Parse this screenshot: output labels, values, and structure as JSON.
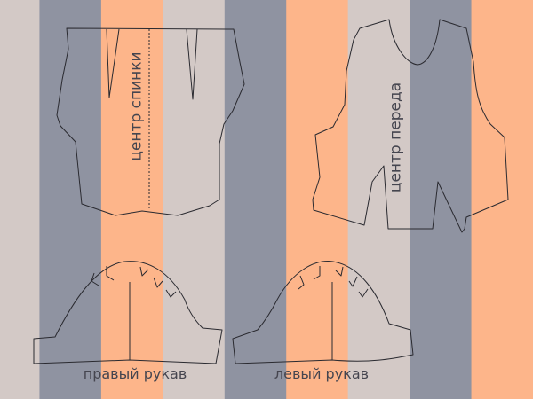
{
  "labels": {
    "back_center": "центр спинки",
    "front_center": "центр переда",
    "right_sleeve": "правый рукав",
    "left_sleeve": "левый рукав"
  },
  "colors": {
    "stripe_beige": "#d3c9c6",
    "stripe_slate": "#8f93a1",
    "stripe_peach": "#fdb58a",
    "outline": "#2a2a30",
    "text": "#45454f"
  },
  "stripe_pattern": [
    "stripe_beige",
    "stripe_slate",
    "stripe_peach",
    "stripe_beige",
    "stripe_slate",
    "stripe_peach",
    "stripe_beige",
    "stripe_slate",
    "stripe_peach"
  ]
}
